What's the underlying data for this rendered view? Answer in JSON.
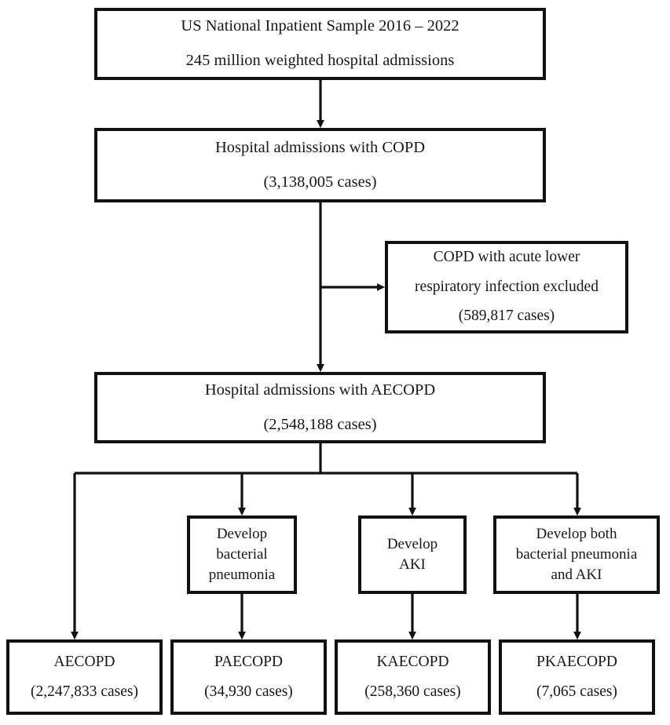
{
  "diagram": {
    "title": "Study cohort selection flow diagram",
    "stroke_color": "#111111",
    "background_color": "#ffffff",
    "text_color": "#17171b"
  },
  "nodes": {
    "source": {
      "id": "source-cohort",
      "lines": [
        "US National Inpatient Sample 2016 – 2022",
        "245 million weighted hospital admissions"
      ]
    },
    "copd": {
      "id": "copd-admissions",
      "lines": [
        "Hospital admissions with COPD",
        "(3,138,005 cases)"
      ]
    },
    "excluded": {
      "id": "excluded-lri",
      "lines": [
        "COPD with acute lower",
        "respiratory infection excluded",
        "(589,817 cases)"
      ]
    },
    "aecopd": {
      "id": "aecopd-admissions",
      "lines": [
        "Hospital admissions with AECOPD",
        "(2,548,188 cases)"
      ]
    },
    "develop_pneumonia": {
      "id": "develop-bacterial-pneumonia",
      "lines": [
        "Develop",
        "bacterial",
        "pneumonia"
      ]
    },
    "develop_aki": {
      "id": "develop-aki",
      "lines": [
        "Develop",
        "AKI"
      ]
    },
    "develop_both": {
      "id": "develop-both",
      "lines": [
        "Develop both",
        "bacterial pneumonia",
        "and AKI"
      ]
    },
    "outcome_aecopd": {
      "id": "outcome-aecopd",
      "lines": [
        "AECOPD",
        "(2,247,833 cases)"
      ]
    },
    "outcome_paecopd": {
      "id": "outcome-paecopd",
      "lines": [
        "PAECOPD",
        "(34,930 cases)"
      ]
    },
    "outcome_kaecopd": {
      "id": "outcome-kaecopd",
      "lines": [
        "KAECOPD",
        "(258,360 cases)"
      ]
    },
    "outcome_pkaecopd": {
      "id": "outcome-pkaecopd",
      "lines": [
        "PKAECOPD",
        "(7,065 cases)"
      ]
    }
  },
  "counts": {
    "source_admissions": "245 million",
    "copd_cases": "3,138,005",
    "excluded_cases": "589,817",
    "aecopd_cases": "2,548,188",
    "outcome_aecopd_cases": "2,247,833",
    "outcome_paecopd_cases": "34,930",
    "outcome_kaecopd_cases": "258,360",
    "outcome_pkaecopd_cases": "7,065"
  },
  "connectors": [
    {
      "name": "source-to-copd",
      "type": "arrow-down"
    },
    {
      "name": "copd-to-aecopd-trunk",
      "type": "arrow-down"
    },
    {
      "name": "copd-to-excluded",
      "type": "arrow-right"
    },
    {
      "name": "aecopd-to-branch-bus",
      "type": "line"
    },
    {
      "name": "branch-to-outcome-aecopd",
      "type": "elbow-arrow-down"
    },
    {
      "name": "branch-to-develop-pneumonia",
      "type": "arrow-down"
    },
    {
      "name": "branch-to-develop-aki",
      "type": "arrow-down"
    },
    {
      "name": "branch-to-develop-both",
      "type": "elbow-arrow-down"
    },
    {
      "name": "develop-pneumonia-to-paecopd",
      "type": "arrow-down"
    },
    {
      "name": "develop-aki-to-kaecopd",
      "type": "arrow-down"
    },
    {
      "name": "develop-both-to-pkaecopd",
      "type": "arrow-down"
    }
  ]
}
